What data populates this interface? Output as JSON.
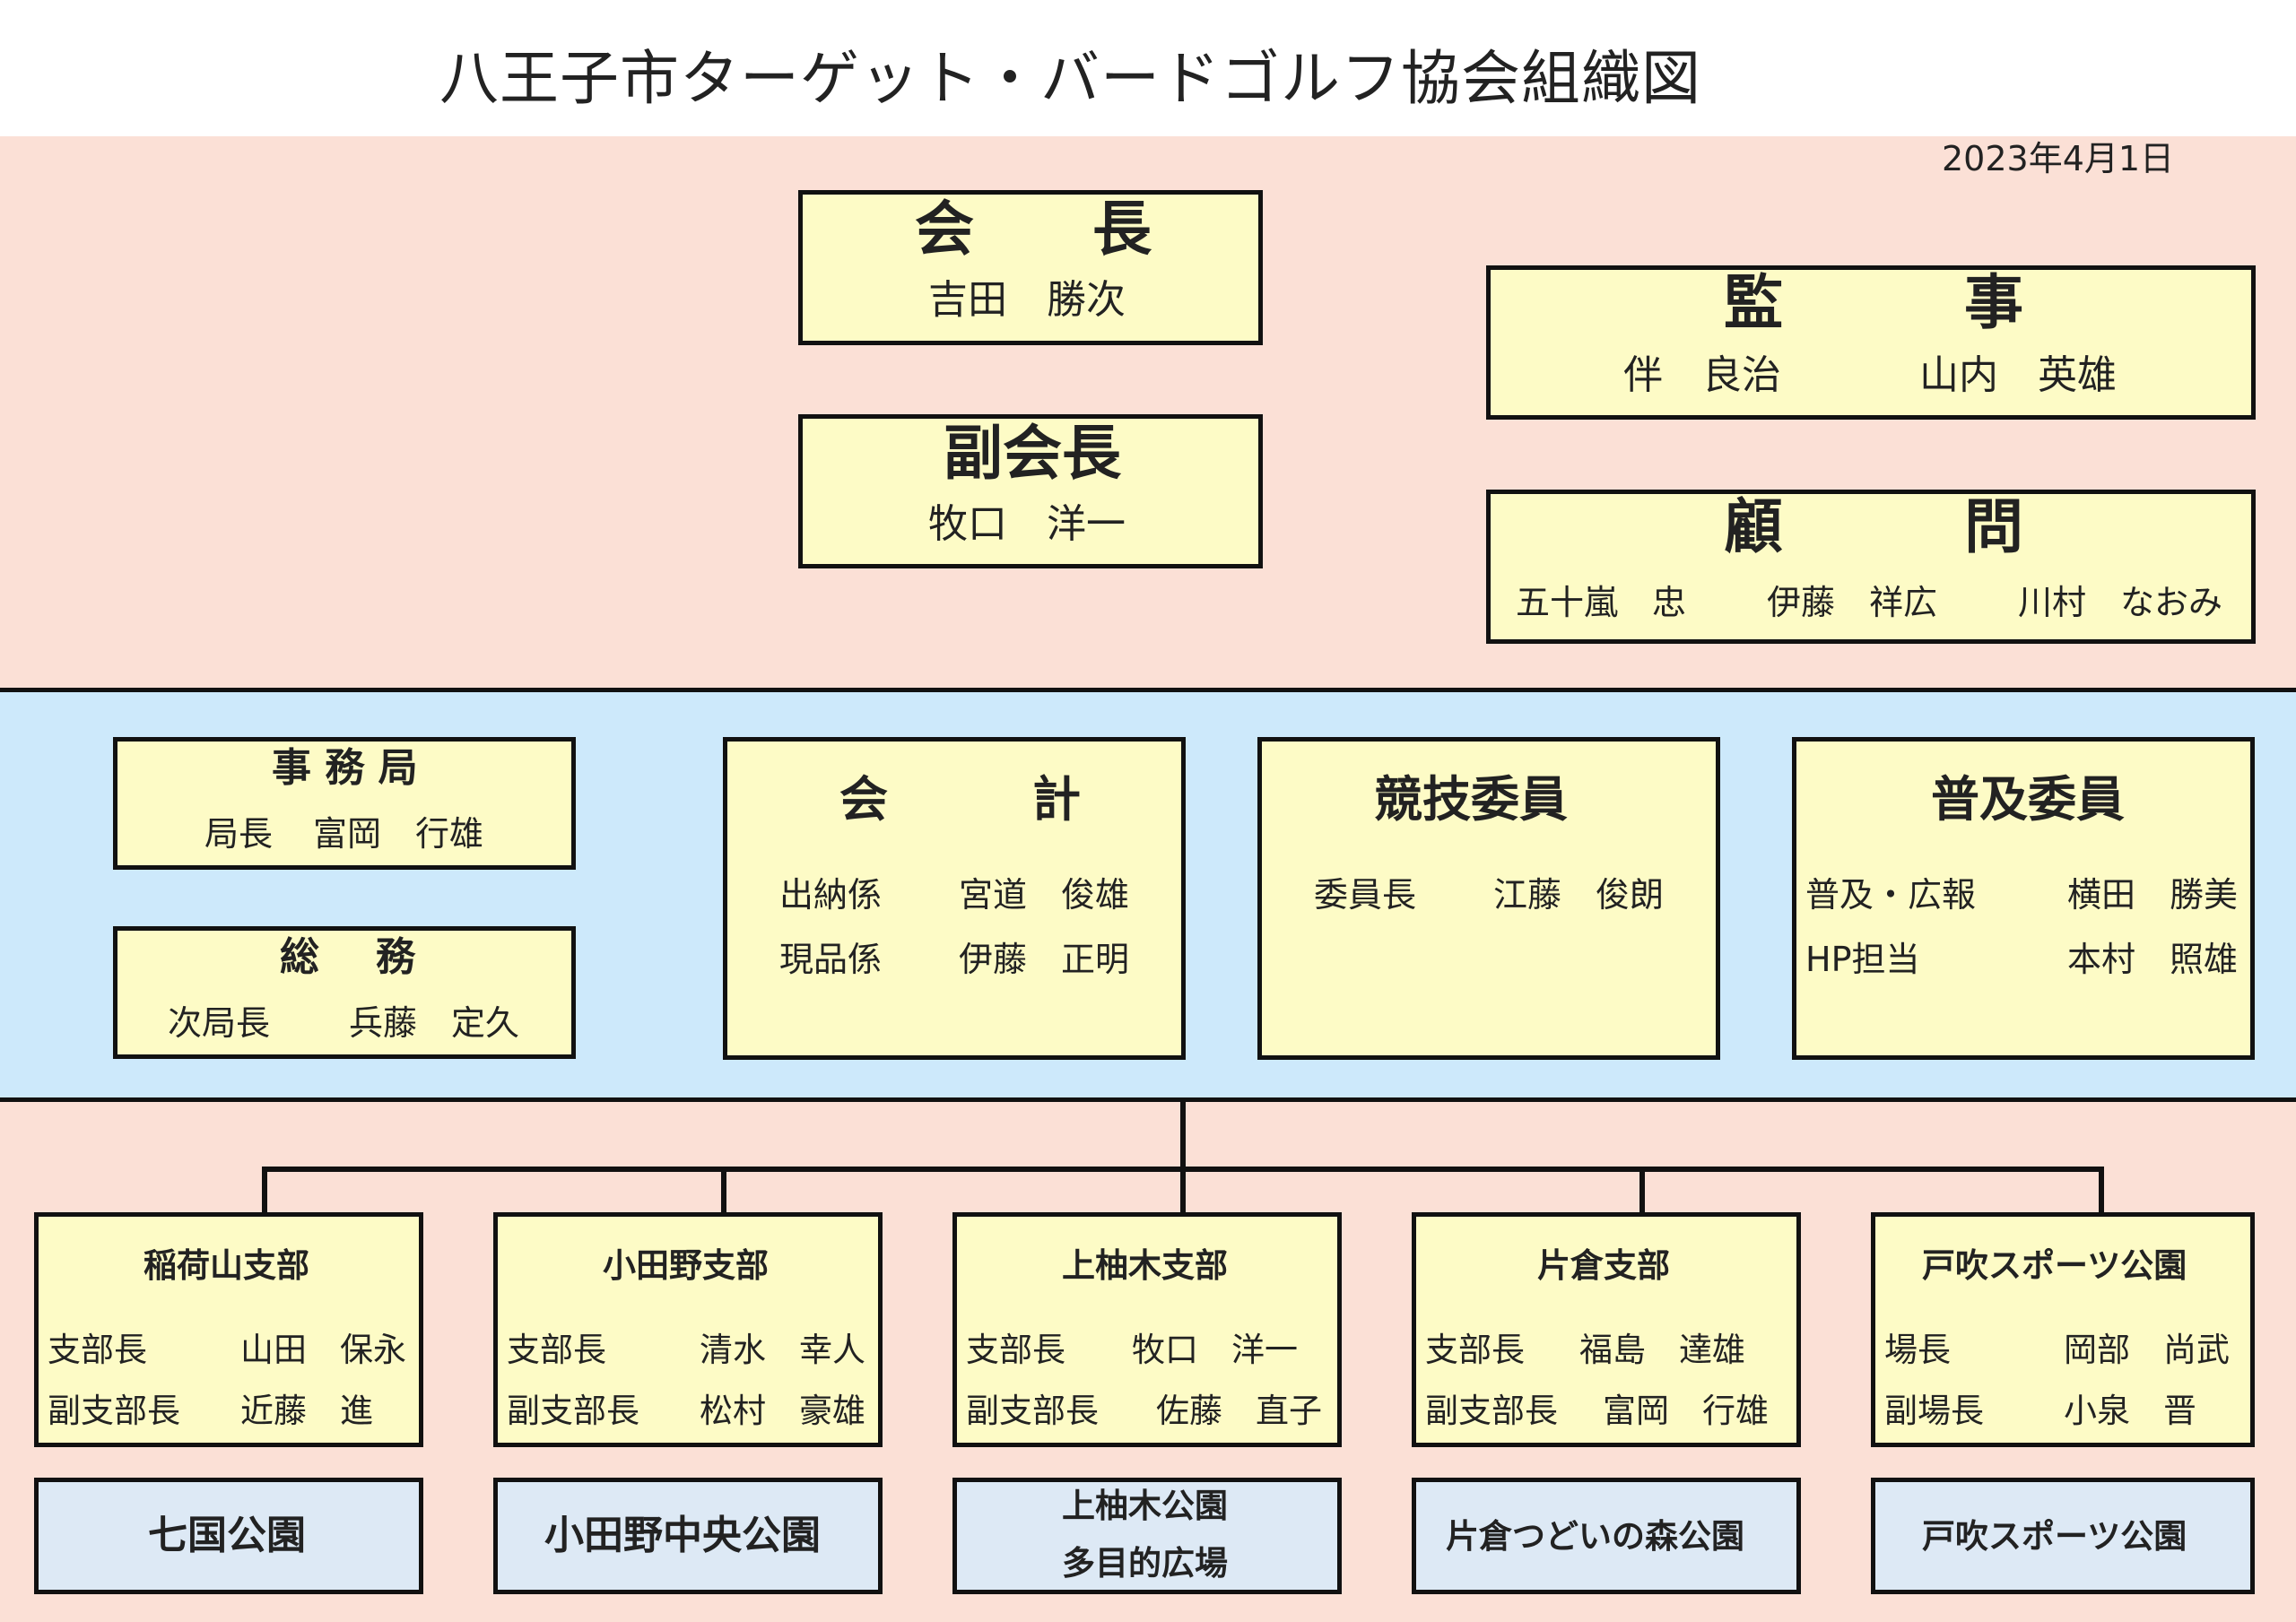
{
  "title": "八王子市ターゲット・バードゴルフ協会組織図",
  "date": "2023年4月1日",
  "president": {
    "title_a": "会",
    "title_b": "長",
    "name": "吉田　勝次"
  },
  "vice_president": {
    "title": "副会長",
    "name": "牧口　洋一"
  },
  "auditors": {
    "title_a": "監",
    "title_b": "事",
    "members": [
      "伴　良治",
      "山内　英雄"
    ]
  },
  "advisors": {
    "title_a": "顧",
    "title_b": "問",
    "members": [
      "五十嵐　忠",
      "伊藤　祥広",
      "川村　なおみ"
    ]
  },
  "secretariat": {
    "title": "事 務 局",
    "role": "局長",
    "name": "富岡　行雄"
  },
  "general_affairs": {
    "title_a": "総",
    "title_b": "務",
    "role": "次局長",
    "name": "兵藤　定久"
  },
  "accounting": {
    "title_a": "会",
    "title_b": "計",
    "rows": [
      {
        "role": "出納係",
        "name": "宮道　俊雄"
      },
      {
        "role": "現品係",
        "name": "伊藤　正明"
      }
    ]
  },
  "competition": {
    "title": "競技委員",
    "role": "委員長",
    "name": "江藤　俊朗"
  },
  "promotion": {
    "title": "普及委員",
    "rows": [
      {
        "role": "普及・広報",
        "name": "横田　勝美"
      },
      {
        "role": "HP担当",
        "name": "本村　照雄"
      }
    ]
  },
  "branches": [
    {
      "name": "稲荷山支部",
      "rows": [
        {
          "role": "支部長",
          "name": "山田　保永"
        },
        {
          "role": "副支部長",
          "name": "近藤　進"
        }
      ],
      "park": [
        "七国公園"
      ]
    },
    {
      "name": "小田野支部",
      "rows": [
        {
          "role": "支部長",
          "name": "清水　幸人"
        },
        {
          "role": "副支部長",
          "name": "松村　豪雄"
        }
      ],
      "park": [
        "小田野中央公園"
      ]
    },
    {
      "name": "上柚木支部",
      "rows": [
        {
          "role": "支部長",
          "name": "牧口　洋一"
        },
        {
          "role": "副支部長",
          "name": "佐藤　直子"
        }
      ],
      "park": [
        "上柚木公園",
        "多目的広場"
      ]
    },
    {
      "name": "片倉支部",
      "rows": [
        {
          "role": "支部長",
          "name": "福島　達雄"
        },
        {
          "role": "副支部長",
          "name": "富岡　行雄"
        }
      ],
      "park": [
        "片倉つどいの森公園"
      ]
    },
    {
      "name": "戸吹スポーツ公園",
      "rows": [
        {
          "role": "場長",
          "name": "岡部　尚武"
        },
        {
          "role": "副場長",
          "name": "小泉　晋"
        }
      ],
      "park": [
        "戸吹スポーツ公園"
      ]
    }
  ]
}
